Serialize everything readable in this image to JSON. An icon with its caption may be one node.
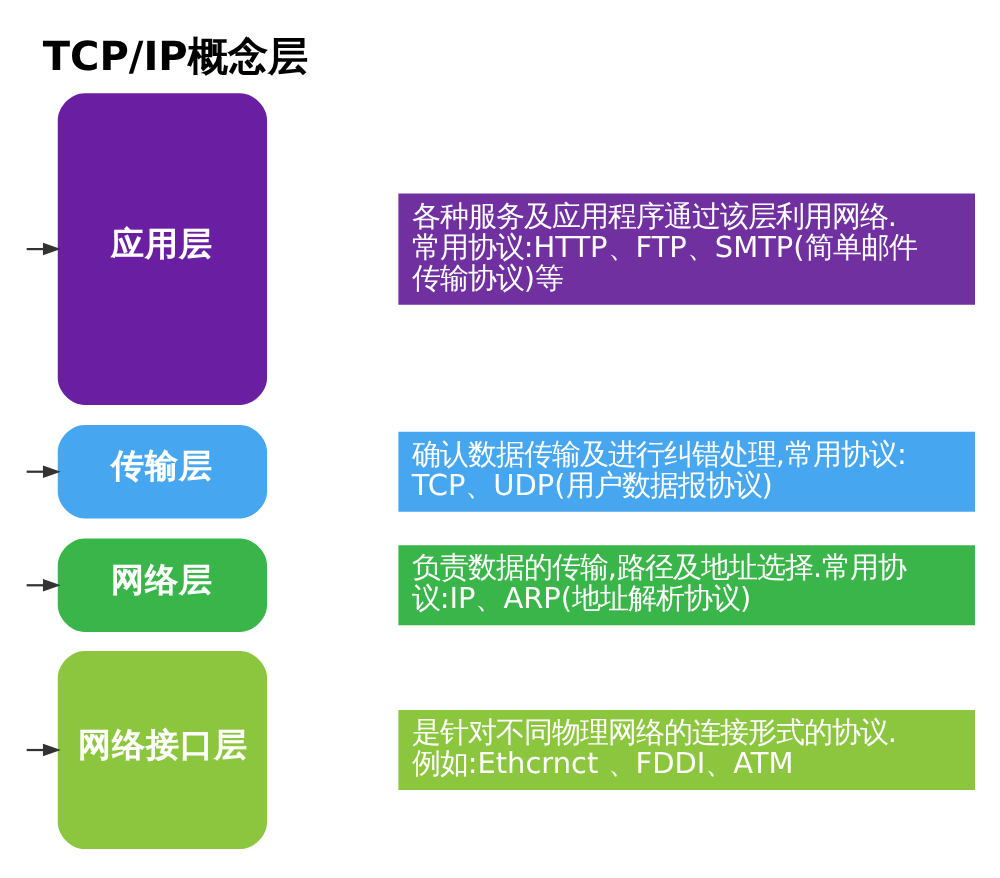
{
  "diagram": {
    "title": "TCP/IP概念层",
    "nodes": [
      {
        "text": [
          "应用层"
        ]
      },
      {
        "text": [
          "各种服务及应用程序通过该层利用网络.常用协议:HTTP、FTP、SMTP(简单邮件传输协议)等"
        ]
      },
      {
        "text": [
          "传输层"
        ]
      },
      {
        "text": [
          "确认数据传输及进行纠错处理,常用协议:TCP、UDP(用户数据报协议)"
        ]
      },
      {
        "text": [
          "网络层"
        ]
      },
      {
        "text": [
          "负责数据的传输,路径及地址选择.常用协议:IP、ARP(地址解析协议)"
        ]
      },
      {
        "text": [
          "网络接口层"
        ]
      },
      {
        "text": [
          "是针对不同物理网络的连接形式的协议.例如:Ethcrnct 、FDDI、ATM"
        ]
      }
    ],
    "edges": [
      {
        "from": null,
        "to": 0,
        "arrow": "to"
      },
      {
        "from": null,
        "to": 2,
        "arrow": "to"
      },
      {
        "from": null,
        "to": 4,
        "arrow": "to"
      },
      {
        "from": null,
        "to": 6,
        "arrow": "to"
      }
    ]
  }
}
